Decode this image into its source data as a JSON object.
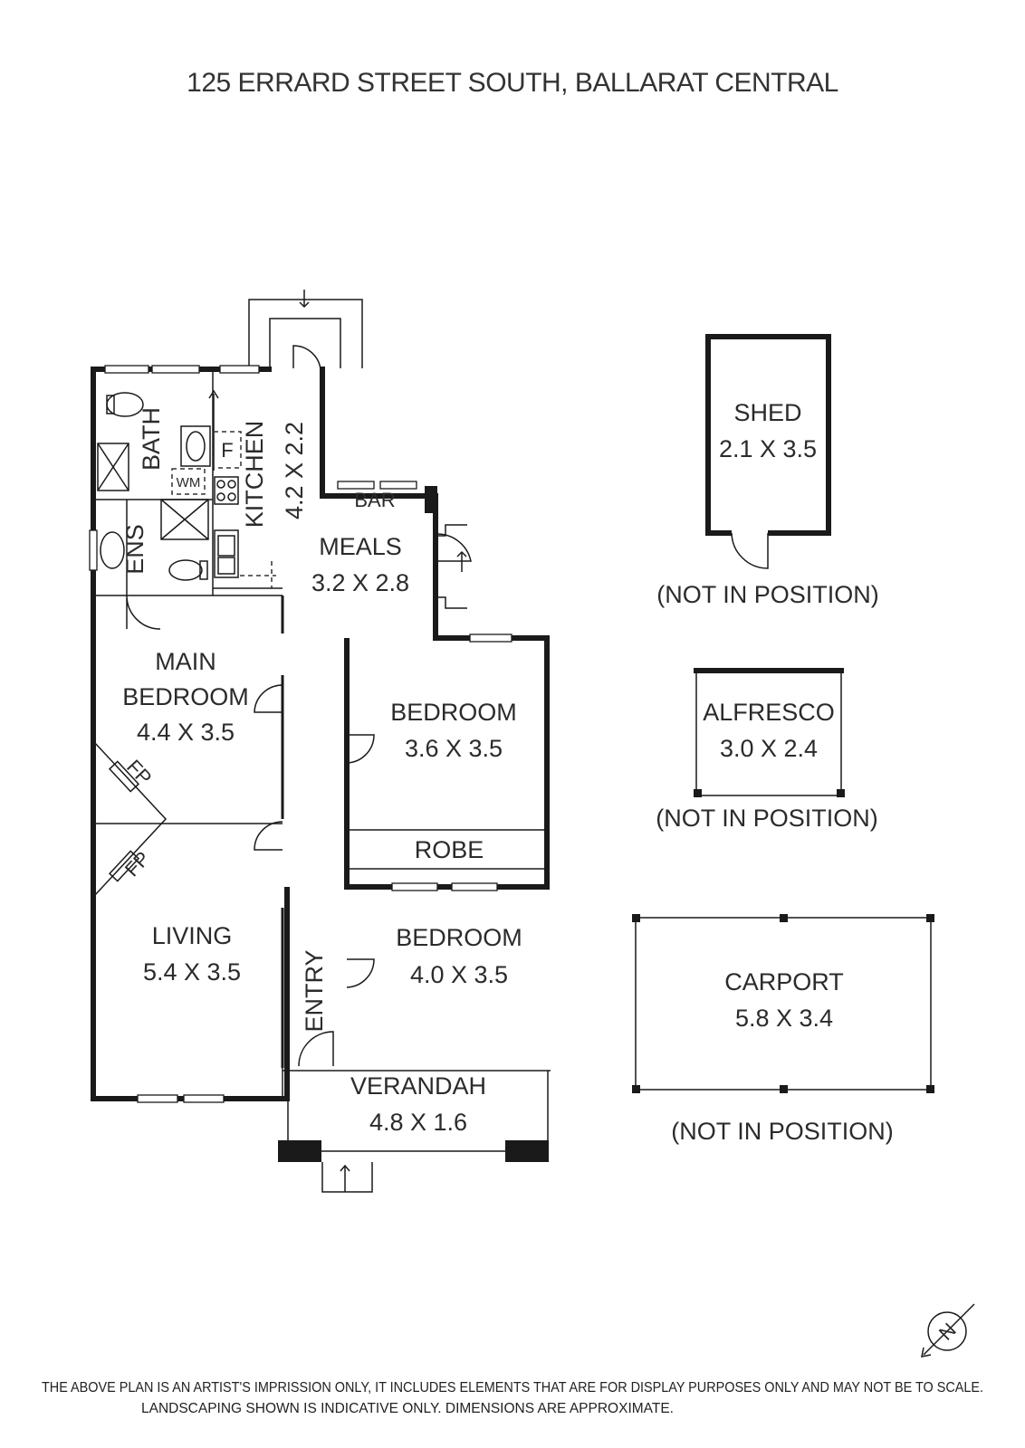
{
  "title": "125 ERRARD STREET SOUTH, BALLARAT CENTRAL",
  "rooms": {
    "bath": "BATH",
    "ens": "ENS",
    "kitchen": {
      "name": "KITCHEN",
      "dims": "4.2 X 2.2"
    },
    "bar": "BAR",
    "meals": {
      "name": "MEALS",
      "dims": "3.2 X 2.8"
    },
    "main_bedroom": {
      "name_line1": "MAIN",
      "name_line2": "BEDROOM",
      "dims": "4.4 X 3.5"
    },
    "bedroom1": {
      "name": "BEDROOM",
      "dims": "3.6 X 3.5"
    },
    "robe": "ROBE",
    "bedroom2": {
      "name": "BEDROOM",
      "dims": "4.0 X 3.5"
    },
    "living": {
      "name": "LIVING",
      "dims": "5.4 X 3.5"
    },
    "entry": "ENTRY",
    "verandah": {
      "name": "VERANDAH",
      "dims": "4.8 X 1.6"
    },
    "fp_upper": "FP",
    "fp_lower": "FP",
    "wm": "WM",
    "fridge": "F"
  },
  "outbuildings": {
    "shed": {
      "name": "SHED",
      "dims": "2.1 X 3.5",
      "note": "(NOT IN POSITION)"
    },
    "alfresco": {
      "name": "ALFRESCO",
      "dims": "3.0 X 2.4",
      "note": "(NOT IN POSITION)"
    },
    "carport": {
      "name": "CARPORT",
      "dims": "5.8 X 3.4",
      "note": "(NOT IN POSITION)"
    }
  },
  "compass": {
    "label": "N"
  },
  "disclaimer": {
    "line1": "THE ABOVE PLAN IS AN ARTIST'S IMPRISSION ONLY, IT INCLUDES ELEMENTS THAT ARE FOR DISPLAY PURPOSES ONLY AND MAY NOT BE TO SCALE.",
    "line2": "LANDSCAPING SHOWN IS INDICATIVE ONLY. DIMENSIONS ARE APPROXIMATE."
  }
}
